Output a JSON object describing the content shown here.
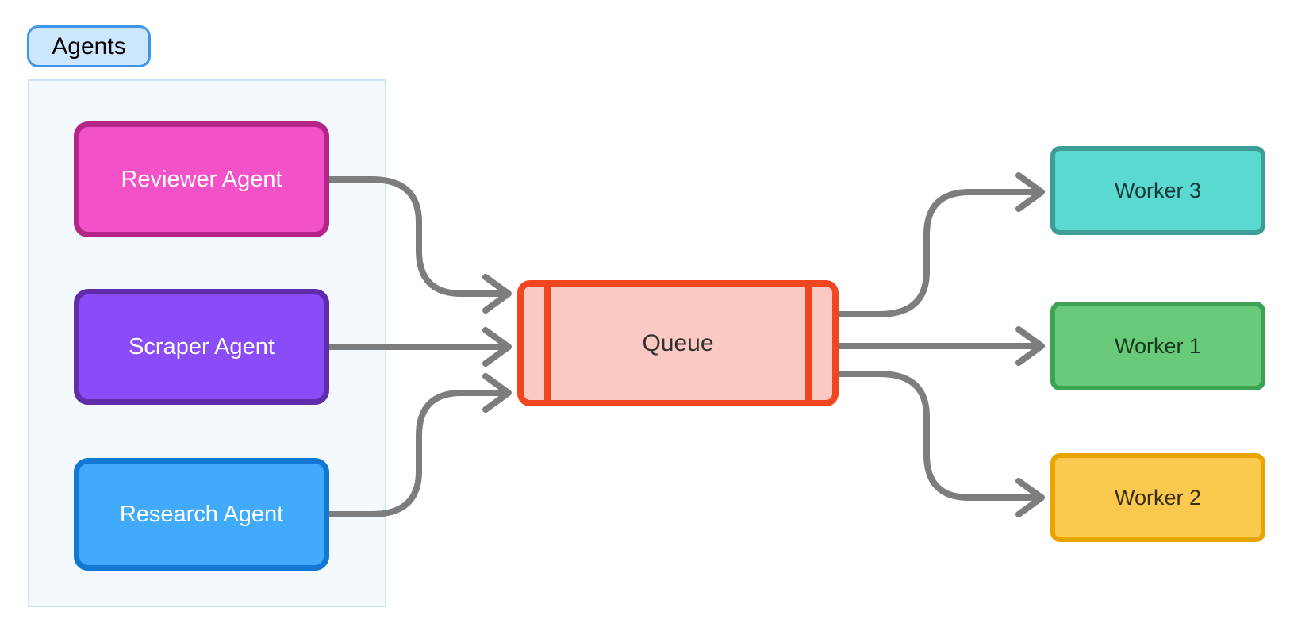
{
  "diagram": {
    "agents_group": {
      "label": "Agents",
      "badge_fill": "#cde7fe",
      "badge_border": "#3f95e8",
      "box_fill": "#f3f9fd",
      "box_border": "#cde3f5"
    },
    "agents": [
      {
        "label": "Reviewer Agent",
        "fill": "#f351c7",
        "border": "#b32588",
        "text_color": "#ffffff"
      },
      {
        "label": "Scraper Agent",
        "fill": "#8a4cf7",
        "border": "#5f2dab",
        "text_color": "#ffffff"
      },
      {
        "label": "Research Agent",
        "fill": "#41aafb",
        "border": "#1377d4",
        "text_color": "#ffffff"
      }
    ],
    "queue": {
      "label": "Queue",
      "fill": "#fbc9c3",
      "border": "#f04721",
      "text_color": "#33302e",
      "shape": "subroutine"
    },
    "workers": [
      {
        "label": "Worker 3",
        "fill": "#59d9cf",
        "border": "#3c9e96",
        "text_color": "#17393b"
      },
      {
        "label": "Worker 1",
        "fill": "#69cb79",
        "border": "#3da353",
        "text_color": "#173a1e"
      },
      {
        "label": "Worker 2",
        "fill": "#fcc94f",
        "border": "#e8a400",
        "text_color": "#3a2e08"
      }
    ],
    "edges": [
      {
        "from": "Reviewer Agent",
        "to": "Queue"
      },
      {
        "from": "Scraper Agent",
        "to": "Queue"
      },
      {
        "from": "Research Agent",
        "to": "Queue"
      },
      {
        "from": "Queue",
        "to": "Worker 3"
      },
      {
        "from": "Queue",
        "to": "Worker 1"
      },
      {
        "from": "Queue",
        "to": "Worker 2"
      }
    ],
    "styles": {
      "arrow_color": "#7d7d7d",
      "background": "#ffffff"
    }
  }
}
